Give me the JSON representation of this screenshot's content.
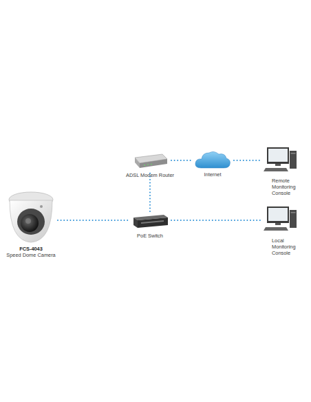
{
  "diagram": {
    "nodes": [
      {
        "text": [
          "ADSL Modem Router"
        ]
      },
      {
        "text": [
          "Internet"
        ]
      },
      {
        "text": [
          "Remote Monitoring Console"
        ]
      },
      {
        "text": [
          "FCS-4043",
          "Speed Dome Camera"
        ]
      },
      {
        "text": [
          "PoE Switch"
        ]
      },
      {
        "text": [
          "Local Monitoring Console"
        ]
      }
    ],
    "edges": [
      {
        "from": 3,
        "to": 4,
        "arrow": "none"
      },
      {
        "from": 4,
        "to": 0,
        "arrow": "none"
      },
      {
        "from": 0,
        "to": 1,
        "arrow": "none"
      },
      {
        "from": 1,
        "to": 2,
        "arrow": "none"
      },
      {
        "from": 4,
        "to": 5,
        "arrow": "none"
      }
    ]
  }
}
